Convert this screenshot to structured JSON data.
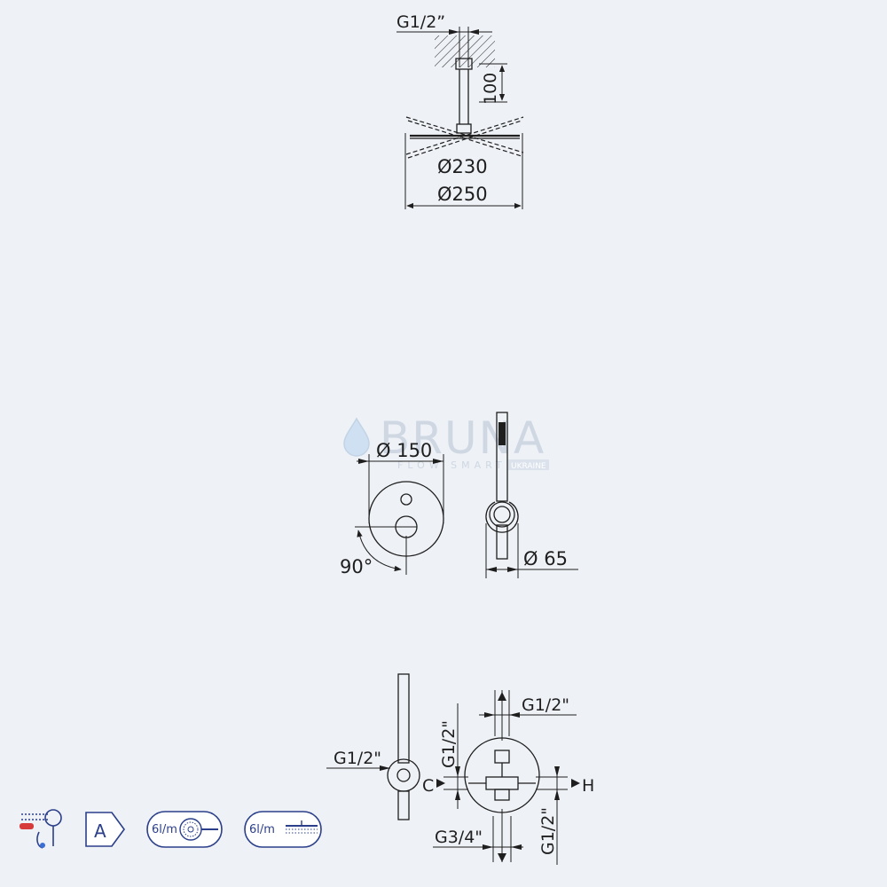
{
  "watermark": {
    "brand": "BRUNA",
    "tagline": "FLOW SMART",
    "tag": "UKRAINE"
  },
  "head_shower": {
    "connection": "G1/2”",
    "arm_length": "100",
    "diameter_inner": "Ø230",
    "diameter_outer": "Ø250"
  },
  "mixer_plate": {
    "diameter": "Ø 150",
    "rotation": "90°"
  },
  "hand_shower": {
    "bracket_diameter": "Ø 65"
  },
  "installation": {
    "top_outlet": "G1/2\"",
    "vertical_outlet": "G1/2\"",
    "hose_outlet": "G1/2\"",
    "cold_label": "C",
    "hot_label": "H",
    "bottom_outlet": "G3/4\"",
    "hot_outlet": "G1/2\""
  },
  "badges": {
    "energy_class": "A",
    "flow_hand": "6l/m",
    "flow_head": "6l/m"
  }
}
